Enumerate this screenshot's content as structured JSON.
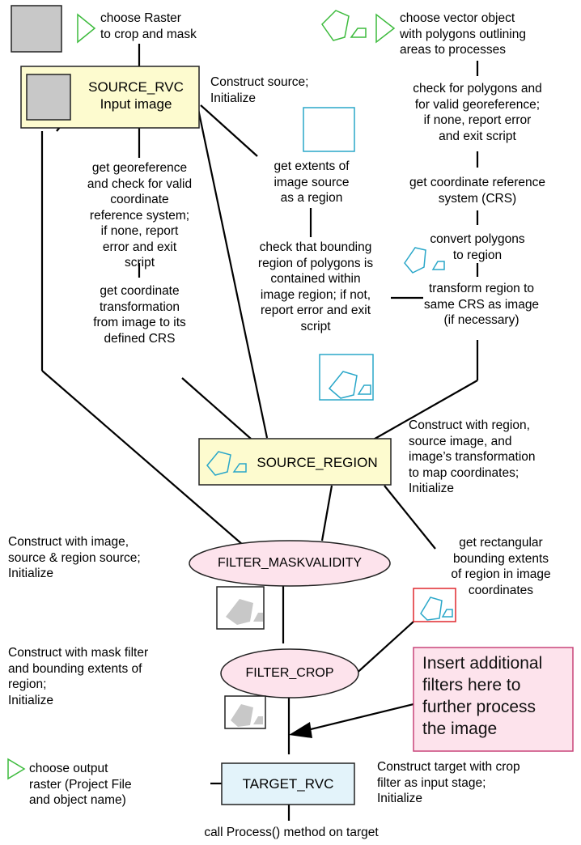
{
  "steps": {
    "choose_raster": "choose Raster\nto crop and mask",
    "choose_vector": "choose vector object\nwith polygons outlining\nareas to processes",
    "construct_source": "Construct source;\nInitialize",
    "check_polygons": "check for polygons and\nfor valid georeference;\nif none, report error\nand exit script",
    "get_crs": "get coordinate reference\nsystem (CRS)",
    "convert_polygons": "convert polygons\nto region",
    "transform_region": "transform region to\nsame CRS as image\n(if necessary)",
    "get_extents": "get extents of\nimage source\nas a region",
    "get_georeference": "get georeference\nand check for valid\ncoordinate\nreference system;\nif none, report\nerror and exit\nscript",
    "check_bounding": "check that bounding\nregion of polygons is\ncontained within\nimage region; if not,\nreport error and exit\nscript",
    "get_transformation": "get coordinate\ntransformation\nfrom image to its\ndefined CRS",
    "construct_region": "Construct with region,\nsource image, and\nimage’s transformation\nto map coordinates;\nInitialize",
    "construct_mask": "Construct with image,\nsource & region source;\nInitialize",
    "get_rect_extents": "get rectangular\nbounding extents\nof region in image\ncoordinates",
    "construct_crop": "Construct with mask filter\nand bounding extents of\nregion;\nInitialize",
    "choose_output": "choose output\nraster (Project File\nand object name)",
    "construct_target": "Construct target with crop\nfilter as input stage;\nInitialize",
    "call_process": "call Process() method on target"
  },
  "nodes": {
    "source_rvc": "SOURCE_RVC\nInput image",
    "source_region": "SOURCE_REGION",
    "filter_maskvalidity": "FILTER_MASKVALIDITY",
    "filter_crop": "FILTER_CROP",
    "target_rvc": "TARGET_RVC"
  },
  "note": "Insert additional\nfilters here to\nfurther process\nthe image",
  "colors": {
    "source_box_fill": "#fdfbcf",
    "target_box_fill": "#e3f3fa",
    "filter_oval_fill": "#fde3ec",
    "note_fill": "#fde3ec",
    "note_border": "#c8457a",
    "raster_icon_fill": "#c8c8c8",
    "polygon_cyan": "#2aa7c9",
    "polygon_green": "#3dbb3d",
    "extent_red": "#e0282e",
    "arrow_green": "#3dbb3d"
  },
  "icons": {
    "raster_thumbnail": "gray-raster-square-icon",
    "vector_polygons": "polygon-shapes-icon",
    "play_arrow": "green-triangle-arrow-icon",
    "masked_raster": "masked-raster-icon",
    "cropped_raster": "cropped-raster-icon",
    "region_extent": "region-extent-icon"
  }
}
